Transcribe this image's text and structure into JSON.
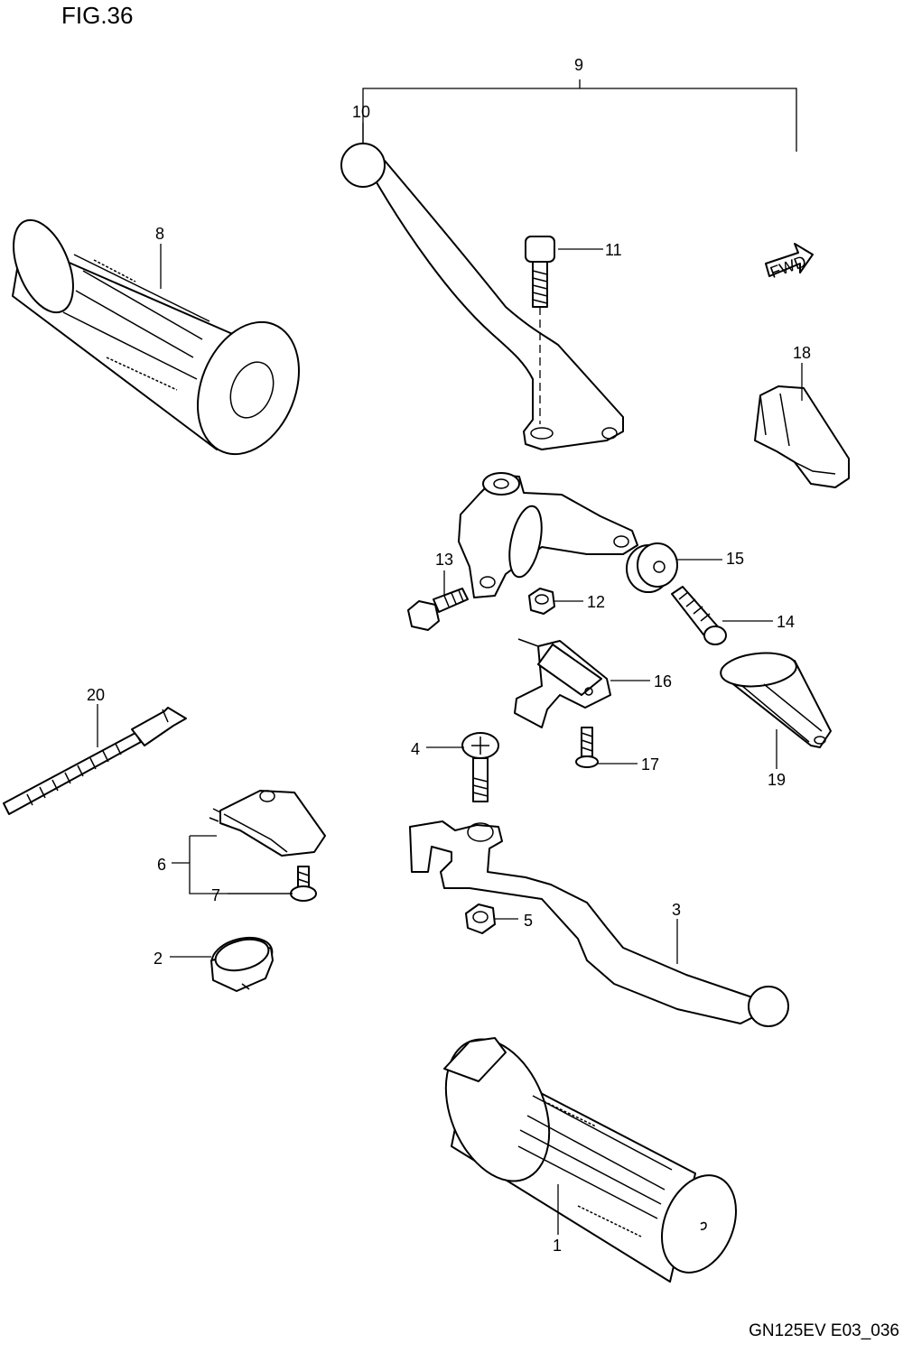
{
  "figure": {
    "title": "FIG.36",
    "code": "GN125EV E03_036",
    "fwd_label": "FWD"
  },
  "callouts": [
    {
      "id": "1",
      "text": "1"
    },
    {
      "id": "2",
      "text": "2"
    },
    {
      "id": "3",
      "text": "3"
    },
    {
      "id": "4",
      "text": "4"
    },
    {
      "id": "5",
      "text": "5"
    },
    {
      "id": "6",
      "text": "6"
    },
    {
      "id": "7",
      "text": "7"
    },
    {
      "id": "8",
      "text": "8"
    },
    {
      "id": "9",
      "text": "9"
    },
    {
      "id": "10",
      "text": "10"
    },
    {
      "id": "11",
      "text": "11"
    },
    {
      "id": "12",
      "text": "12"
    },
    {
      "id": "13",
      "text": "13"
    },
    {
      "id": "14",
      "text": "14"
    },
    {
      "id": "15",
      "text": "15"
    },
    {
      "id": "16",
      "text": "16"
    },
    {
      "id": "17",
      "text": "17"
    },
    {
      "id": "18",
      "text": "18"
    },
    {
      "id": "19",
      "text": "19"
    },
    {
      "id": "20",
      "text": "20"
    }
  ],
  "icons": {
    "fwd_arrow": "fwd-arrow-icon"
  }
}
